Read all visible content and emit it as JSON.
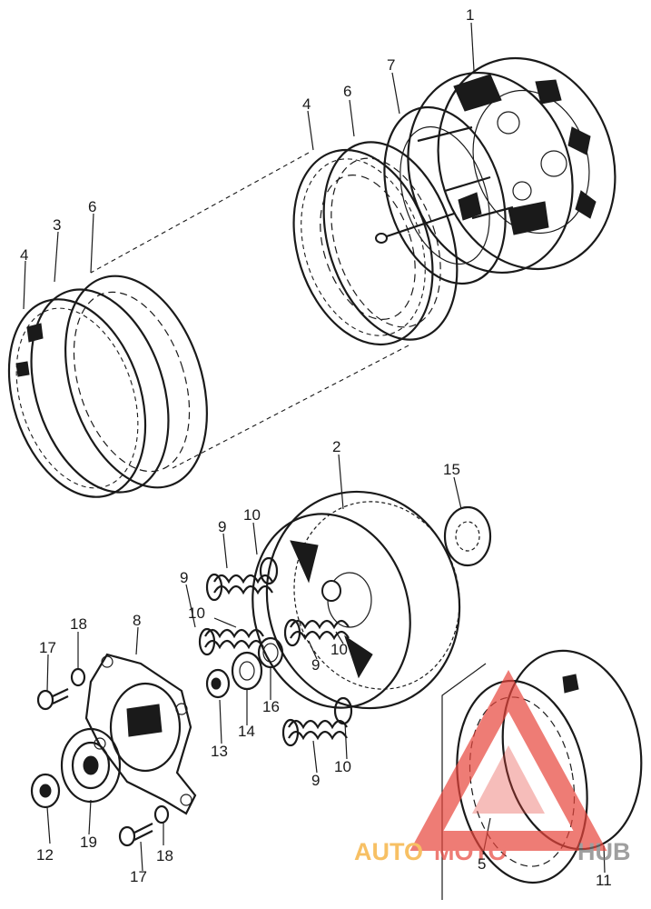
{
  "diagram": {
    "callouts": {
      "c1": "1",
      "c2": "2",
      "c3": "3",
      "c4a": "4",
      "c4b": "4",
      "c5": "5",
      "c6a": "6",
      "c6b": "6",
      "c7": "7",
      "c8": "8",
      "c9a": "9",
      "c9b": "9",
      "c9c": "9",
      "c9d": "9",
      "c10a": "10",
      "c10b": "10",
      "c10c": "10",
      "c10d": "10",
      "c11": "11",
      "c12": "12",
      "c13": "13",
      "c14": "14",
      "c15": "15",
      "c16": "16",
      "c17a": "17",
      "c17b": "17",
      "c18a": "18",
      "c18b": "18",
      "c19": "19"
    }
  },
  "watermark": {
    "part1": "AUTO",
    "part2": "MOTO",
    "part3": "HUB",
    "colors": {
      "orange": "#f5a623",
      "red": "#e8453c",
      "gray": "#777777"
    }
  }
}
